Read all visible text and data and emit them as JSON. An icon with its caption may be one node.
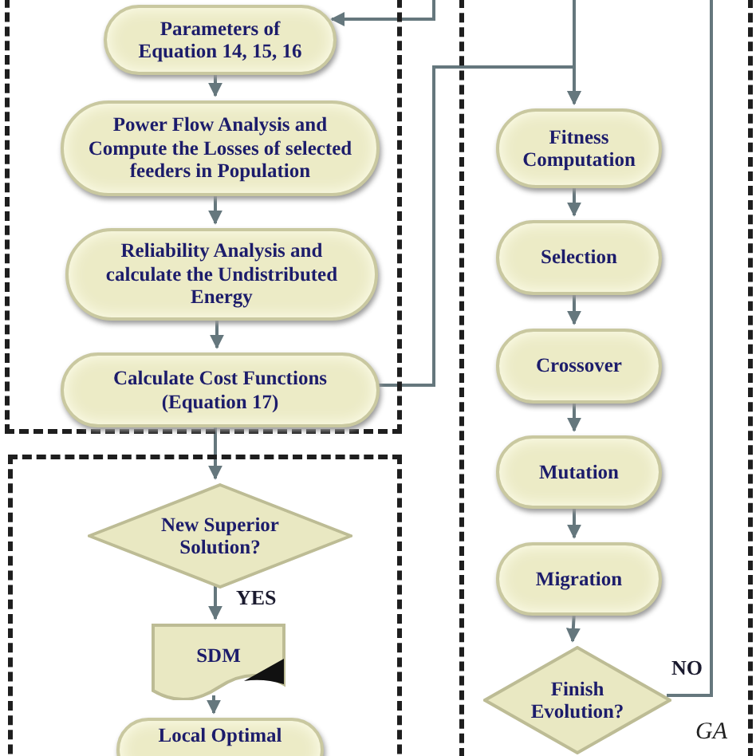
{
  "diagram": {
    "nodes": [
      {
        "text": [],
        "shape": "box"
      },
      {
        "text": [
          "Parameters of Equation 14, 15, 16"
        ],
        "in": 0
      },
      {
        "text": [
          "Power Flow Analysis and Compute the Losses of selected feeders in Population"
        ],
        "in": 0
      },
      {
        "text": [
          "Reliability Analysis and calculate the Undistributed Energy"
        ],
        "in": 0
      },
      {
        "text": [
          "Calculate Cost Functions (Equation 17)"
        ],
        "in": 0
      },
      {
        "text": [],
        "shape": "box"
      },
      {
        "text": [
          "New Superior Solution?"
        ],
        "in": 5
      },
      {
        "text": [
          "SDM"
        ],
        "in": 5
      },
      {
        "text": [
          "Local Optimal"
        ],
        "in": 5
      },
      {
        "text": [],
        "shape": "box"
      },
      {
        "text": [
          "Fitness Computation"
        ],
        "in": 9
      },
      {
        "text": [
          "Selection"
        ],
        "in": 9
      },
      {
        "text": [
          "Crossover"
        ],
        "in": 9
      },
      {
        "text": [
          "Mutation"
        ],
        "in": 9
      },
      {
        "text": [
          "Migration"
        ],
        "in": 9
      },
      {
        "text": [
          "Finish Evolution?"
        ],
        "in": 9
      }
    ],
    "edges": [
      {
        "from": 1,
        "to": 2,
        "arrow": "to"
      },
      {
        "from": 2,
        "to": 3,
        "arrow": "to"
      },
      {
        "from": 3,
        "to": 4,
        "arrow": "to"
      },
      {
        "from": 4,
        "to": 6,
        "arrow": "to"
      },
      {
        "from": 6,
        "to": 7,
        "arrow": "to",
        "label": "YES"
      },
      {
        "from": 7,
        "to": 8,
        "arrow": "to"
      },
      {
        "from": 4,
        "to": 10,
        "arrow": "to"
      },
      {
        "from": null,
        "to": 10,
        "arrow": "to"
      },
      {
        "from": null,
        "to": 1,
        "arrow": "to"
      },
      {
        "from": 10,
        "to": 11,
        "arrow": "to"
      },
      {
        "from": 11,
        "to": 12,
        "arrow": "to"
      },
      {
        "from": 12,
        "to": 13,
        "arrow": "to"
      },
      {
        "from": 13,
        "to": 14,
        "arrow": "to"
      },
      {
        "from": 14,
        "to": 15,
        "arrow": "to"
      },
      {
        "from": 15,
        "to": null,
        "arrow": "none",
        "label": "NO"
      }
    ],
    "labels": [
      "GA"
    ]
  }
}
